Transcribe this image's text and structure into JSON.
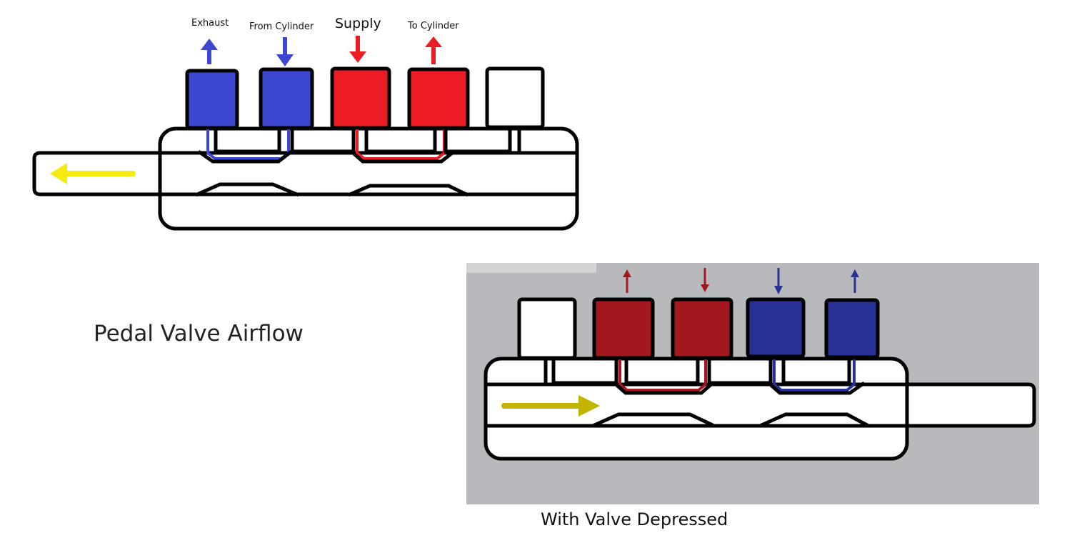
{
  "title": "Pedal Valve Airflow",
  "released": {
    "ports": [
      "Exhaust",
      "From Cylinder",
      "Supply",
      "To Cylinder"
    ]
  },
  "depressed": {
    "caption": "With Valve Depressed"
  },
  "colors": {
    "exhaust_blue": "#3d46d0",
    "supply_red": "#ec1c24",
    "dark_red": "#a3171e",
    "dark_blue": "#283196",
    "flow_yellow": "#f7ea10",
    "flow_olive": "#c2b400",
    "panel_gray": "#b8b9bd"
  }
}
